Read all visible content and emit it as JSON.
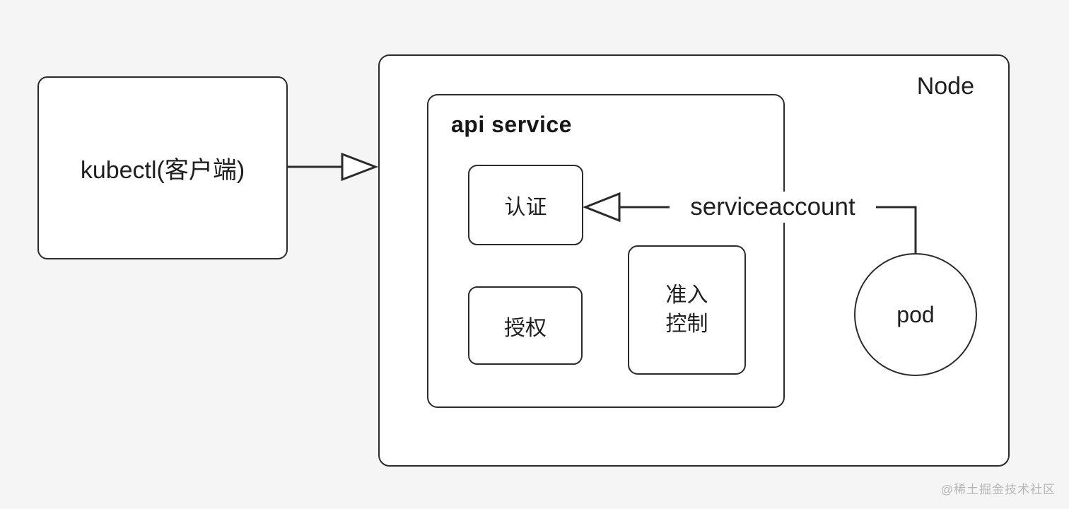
{
  "diagram": {
    "kubectl": {
      "label": "kubectl(客户端)"
    },
    "node": {
      "label": "Node"
    },
    "api_service": {
      "label": "api service"
    },
    "authentication": {
      "label": "认证"
    },
    "authorization": {
      "label": "授权"
    },
    "admission_control": {
      "line1": "准入",
      "line2": "控制"
    },
    "serviceaccount": {
      "label": "serviceaccount"
    },
    "pod": {
      "label": "pod"
    }
  },
  "watermark": {
    "text": "@稀土掘金技术社区"
  },
  "colors": {
    "background": "#f5f5f6",
    "box_fill": "#ffffff",
    "line": "#2b2b2b",
    "watermark": "#b7b7b7"
  }
}
